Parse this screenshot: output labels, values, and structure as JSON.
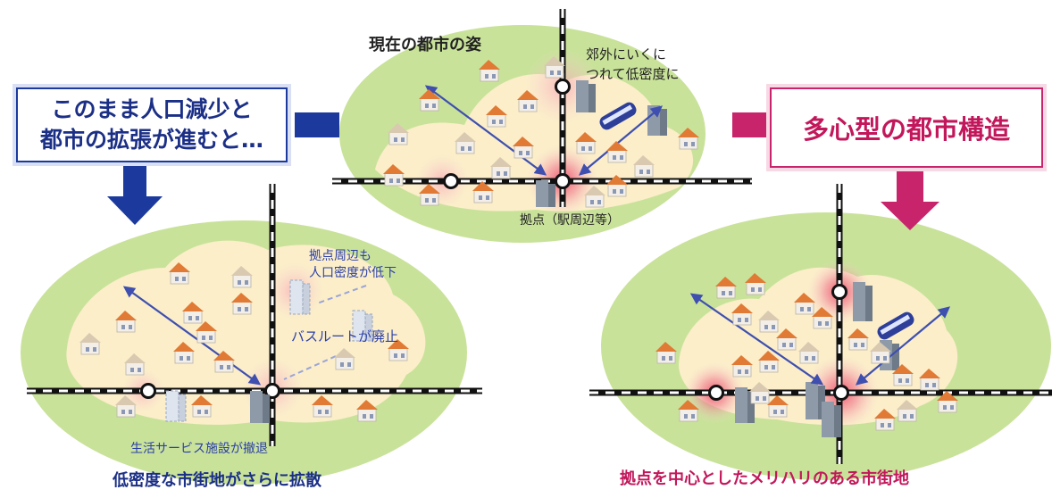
{
  "labels": {
    "current_title": "現在の都市の姿",
    "suburb_note_line1": "郊外にいくに",
    "suburb_note_line2": "つれて低密度に",
    "hub_label": "拠点（駅周辺等）",
    "left_box_line1": "このまま人口減少と",
    "left_box_line2": "都市の拡張が進むと…",
    "right_box": "多心型の都市構造",
    "left_hub_note_line1": "拠点周辺も",
    "left_hub_note_line2": "人口密度が低下",
    "bus_route_note": "バスルートが廃止",
    "service_note": "生活サービス施設が撤退",
    "left_caption": "低密度な市街地がさらに拡散",
    "right_caption": "拠点を中心としたメリハリのある市街地"
  },
  "colors": {
    "left_accent": "#1c3a9e",
    "right_accent": "#c8246c",
    "ellipse_green": "#c9e29a",
    "urban_beige": "#fbeec9",
    "hub_glow": "#e8355a",
    "house_roof": "#e07a35",
    "building": "#8f9aa8"
  },
  "icons": [
    "house-icon",
    "building-icon",
    "train-icon",
    "station-node-icon",
    "down-arrow-icon",
    "side-arrow-icon"
  ]
}
